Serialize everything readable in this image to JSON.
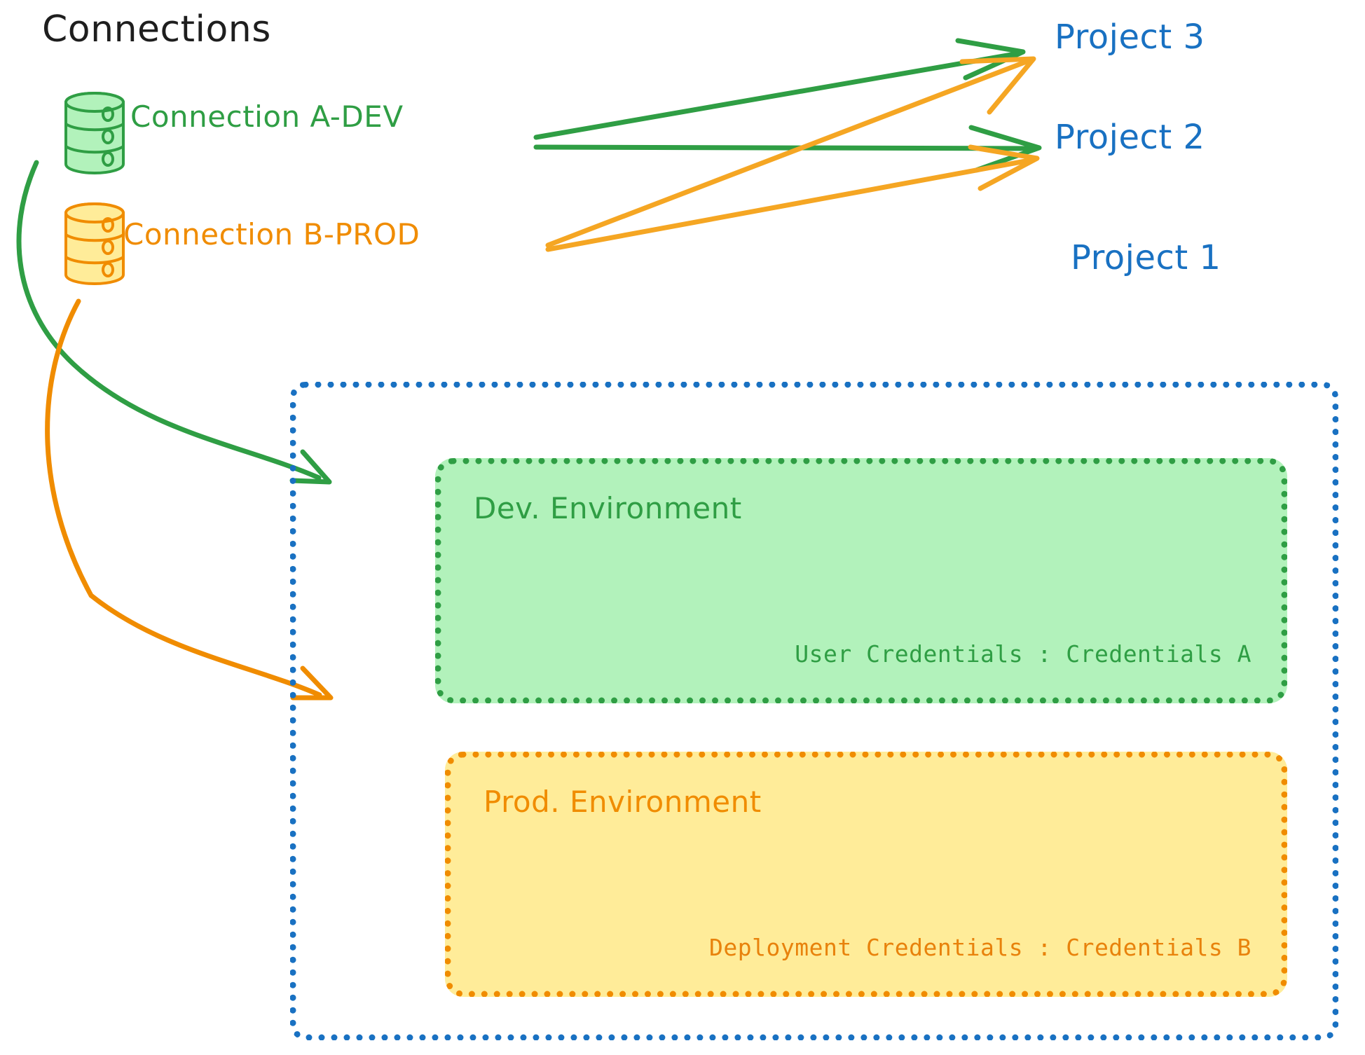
{
  "diagram": {
    "title": "Connections",
    "background_color": "#ffffff",
    "colors": {
      "green_stroke": "#2f9e44",
      "green_fill": "#b2f2bb",
      "orange_stroke": "#f08c00",
      "orange_fill": "#ffec99",
      "blue_stroke": "#1971c2",
      "black_text": "#1e1e1e"
    }
  },
  "connections": [
    {
      "id": "connection-a-dev",
      "label": "Connection A-DEV",
      "icon": "database-icon",
      "color": "#2f9e44"
    },
    {
      "id": "connection-b-prod",
      "label": "Connection B-PROD",
      "icon": "database-icon",
      "color": "#f08c00"
    }
  ],
  "projects": [
    {
      "id": "project-3",
      "label": "Project 3"
    },
    {
      "id": "project-2",
      "label": "Project 2"
    },
    {
      "id": "project-1",
      "label": "Project 1"
    }
  ],
  "project_one": {
    "label": "Project 1",
    "environments": [
      {
        "id": "dev-environment",
        "title": "Dev. Environment",
        "credentials": "User Credentials : Credentials A",
        "color": "#2f9e44",
        "fill": "#b2f2bb"
      },
      {
        "id": "prod-environment",
        "title": "Prod. Environment",
        "credentials": "Deployment Credentials : Credentials B",
        "color": "#f08c00",
        "fill": "#ffec99"
      }
    ]
  },
  "edges": [
    {
      "from": "connection-a-dev",
      "to": "project-3",
      "color": "#2f9e44"
    },
    {
      "from": "connection-a-dev",
      "to": "project-2",
      "color": "#2f9e44"
    },
    {
      "from": "connection-b-prod",
      "to": "project-3",
      "color": "#f5a623"
    },
    {
      "from": "connection-b-prod",
      "to": "project-2",
      "color": "#f5a623"
    },
    {
      "from": "connection-a-dev",
      "to": "dev-environment",
      "color": "#2f9e44"
    },
    {
      "from": "connection-b-prod",
      "to": "prod-environment",
      "color": "#f08c00"
    }
  ]
}
